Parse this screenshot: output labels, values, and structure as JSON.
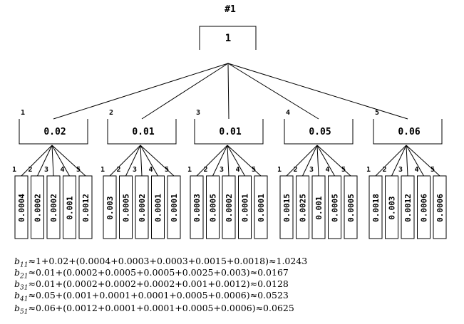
{
  "root": {
    "title": "#1",
    "value": "1"
  },
  "nodes": [
    {
      "number": "1",
      "value": "0.02",
      "leaves": [
        {
          "number": "1",
          "value": "0.0004"
        },
        {
          "number": "2",
          "value": "0.0002"
        },
        {
          "number": "3",
          "value": "0.0002"
        },
        {
          "number": "4",
          "value": "0.001"
        },
        {
          "number": "5",
          "value": "0.0012"
        }
      ]
    },
    {
      "number": "2",
      "value": "0.01",
      "leaves": [
        {
          "number": "1",
          "value": "0.003"
        },
        {
          "number": "2",
          "value": "0.0005"
        },
        {
          "number": "3",
          "value": "0.0002"
        },
        {
          "number": "4",
          "value": "0.0001"
        },
        {
          "number": "5",
          "value": "0.0001"
        }
      ]
    },
    {
      "number": "3",
      "value": "0.01",
      "leaves": [
        {
          "number": "1",
          "value": "0.0003"
        },
        {
          "number": "2",
          "value": "0.0005"
        },
        {
          "number": "3",
          "value": "0.0002"
        },
        {
          "number": "4",
          "value": "0.0001"
        },
        {
          "number": "5",
          "value": "0.0001"
        }
      ]
    },
    {
      "number": "4",
      "value": "0.05",
      "leaves": [
        {
          "number": "1",
          "value": "0.0015"
        },
        {
          "number": "2",
          "value": "0.0025"
        },
        {
          "number": "3",
          "value": "0.001"
        },
        {
          "number": "4",
          "value": "0.0005"
        },
        {
          "number": "5",
          "value": "0.0005"
        }
      ]
    },
    {
      "number": "5",
      "value": "0.06",
      "leaves": [
        {
          "number": "1",
          "value": "0.0018"
        },
        {
          "number": "2",
          "value": "0.003"
        },
        {
          "number": "3",
          "value": "0.0012"
        },
        {
          "number": "4",
          "value": "0.0006"
        },
        {
          "number": "5",
          "value": "0.0006"
        }
      ]
    }
  ],
  "equations": [
    {
      "var": "b",
      "sub": "11",
      "expr": "≈1+0.02+(0.0004+0.0003+0.0003+0.0015+0.0018)≈1.0243"
    },
    {
      "var": "b",
      "sub": "21",
      "expr": "≈0.01+(0.0002+0.0005+0.0005+0.0025+0.003)≈0.0167"
    },
    {
      "var": "b",
      "sub": "31",
      "expr": "≈0.01+(0.0002+0.0002+0.0002+0.001+0.0012)≈0.0128"
    },
    {
      "var": "b",
      "sub": "41",
      "expr": "≈0.05+(0.001+0.0001+0.0001+0.0005+0.0006)≈0.0523"
    },
    {
      "var": "b",
      "sub": "51",
      "expr": "≈0.06+(0.0012+0.0001+0.0001+0.0005+0.0006)≈0.0625"
    }
  ]
}
